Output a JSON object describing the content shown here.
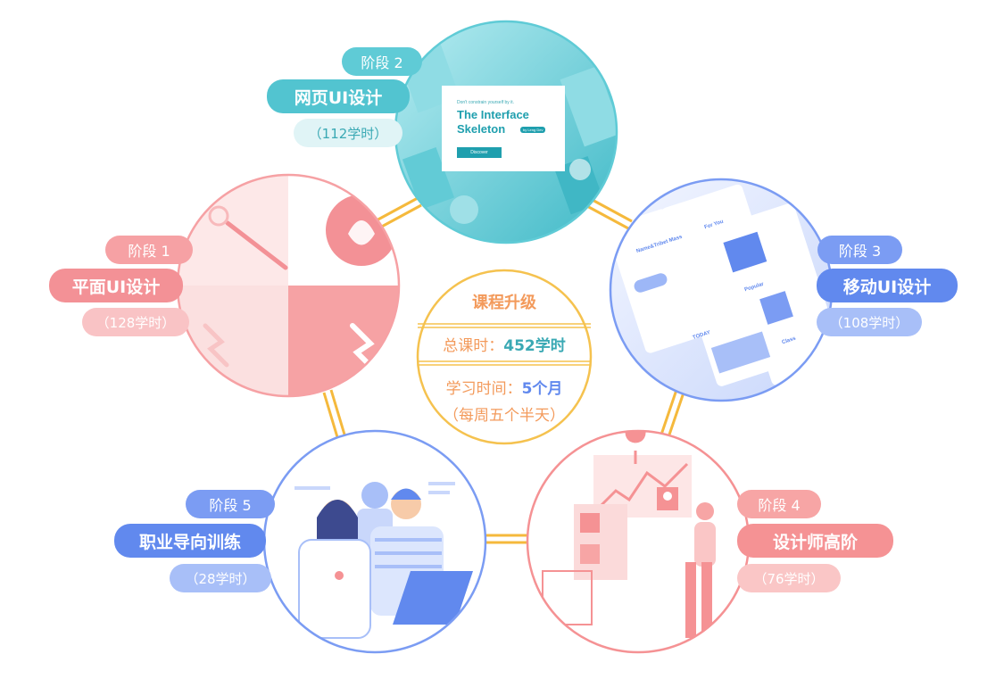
{
  "colors": {
    "connector": "#f5b93c",
    "teal": "#52c4d0",
    "pink": "#f39196",
    "blue": "#6189ee",
    "salmon": "#f59294",
    "center_text": "#f39a5b",
    "center_highlight": "#3aa9b4",
    "center_highlight_2": "#6189ee"
  },
  "center": {
    "title": "课程升级",
    "total_label": "总课时：",
    "total_value": "452学时",
    "duration_label": "学习时间：",
    "duration_value": "5个月",
    "duration_note": "（每周五个半天）"
  },
  "stages": {
    "s1": {
      "stage": "阶段 1",
      "title": "平面UI设计",
      "hours": "（128学时）"
    },
    "s2": {
      "stage": "阶段 2",
      "title": "网页UI设计",
      "hours": "（112学时）"
    },
    "s3": {
      "stage": "阶段 3",
      "title": "移动UI设计",
      "hours": "（108学时）"
    },
    "s4": {
      "stage": "阶段 4",
      "title": "设计师高阶",
      "hours": "（76学时）"
    },
    "s5": {
      "stage": "阶段 5",
      "title": "职业导向训练",
      "hours": "（28学时）"
    }
  },
  "web_card": {
    "tagline": "Don't constrain yourself by it.",
    "headline_1": "The Interface",
    "headline_2": "Skeleton",
    "badge": "by Leng Dev",
    "button": "Discover"
  },
  "mobile_mock": {
    "for_you": "For You",
    "popular": "Popular",
    "today": "TODAY",
    "class": "Class",
    "name": "Name&Tribet Mass"
  }
}
